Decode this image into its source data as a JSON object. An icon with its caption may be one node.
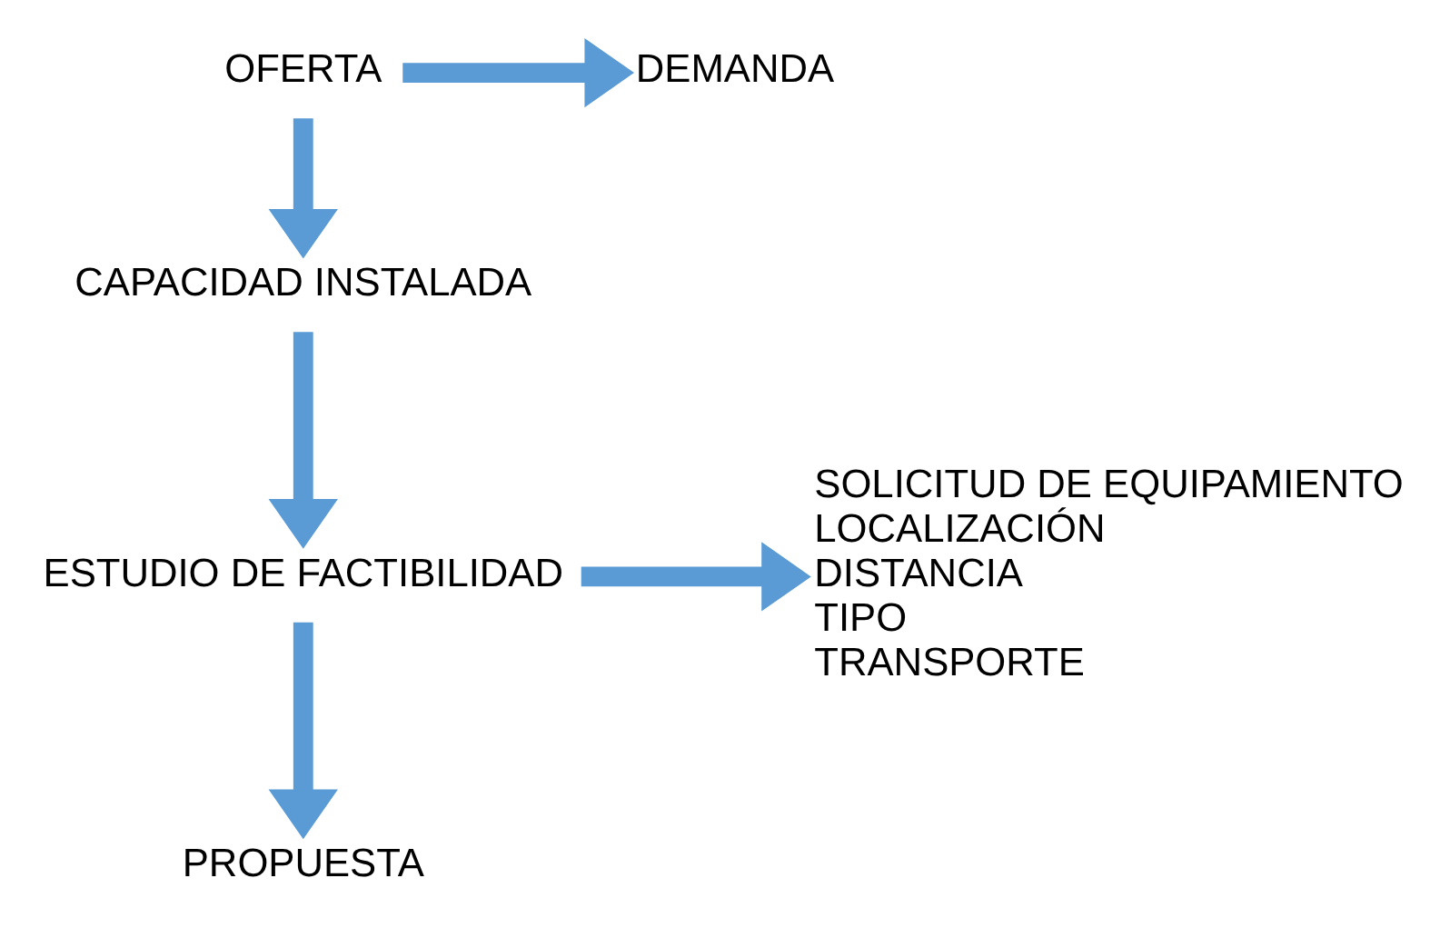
{
  "diagram": {
    "nodes": [
      {
        "text": [
          "OFERTA"
        ]
      },
      {
        "text": [
          "DEMANDA"
        ]
      },
      {
        "text": [
          "CAPACIDAD INSTALADA"
        ]
      },
      {
        "text": [
          "ESTUDIO DE FACTIBILIDAD"
        ]
      },
      {
        "text": [
          "SOLICITUD DE EQUIPAMIENTO",
          "LOCALIZACIÓN",
          "DISTANCIA",
          "TIPO",
          "TRANSPORTE"
        ]
      },
      {
        "text": [
          "PROPUESTA"
        ]
      }
    ],
    "edges": [
      {
        "from": 0,
        "to": 1,
        "arrow": "to"
      },
      {
        "from": 0,
        "to": 2,
        "arrow": "to"
      },
      {
        "from": 2,
        "to": 3,
        "arrow": "to"
      },
      {
        "from": 3,
        "to": 4,
        "arrow": "to"
      },
      {
        "from": 3,
        "to": 5,
        "arrow": "to"
      }
    ]
  }
}
